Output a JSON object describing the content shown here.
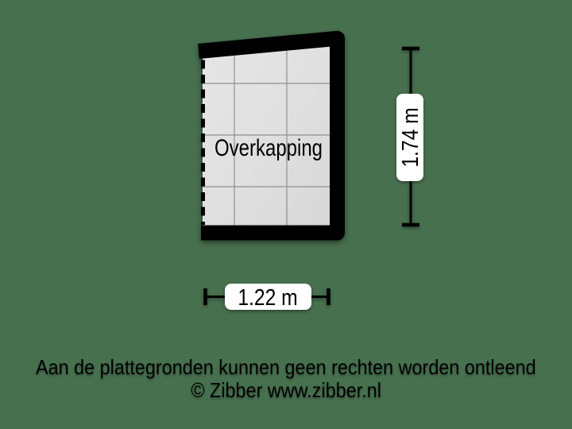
{
  "plan": {
    "room_label": "Overkapping",
    "dimensions": {
      "height_label": "1.74 m",
      "width_label": "1.22 m"
    }
  },
  "footer": {
    "disclaimer": "Aan de plattegronden kunnen geen rechten worden ontleend",
    "credit": "© Zibber www.zibber.nl"
  },
  "colors": {
    "background": "#47704F",
    "wall": "#000000",
    "floor": "#dfdfdf",
    "grid_line": "#8f8f8f",
    "dimension_label_background": "#ffffff",
    "text": "#000000"
  }
}
